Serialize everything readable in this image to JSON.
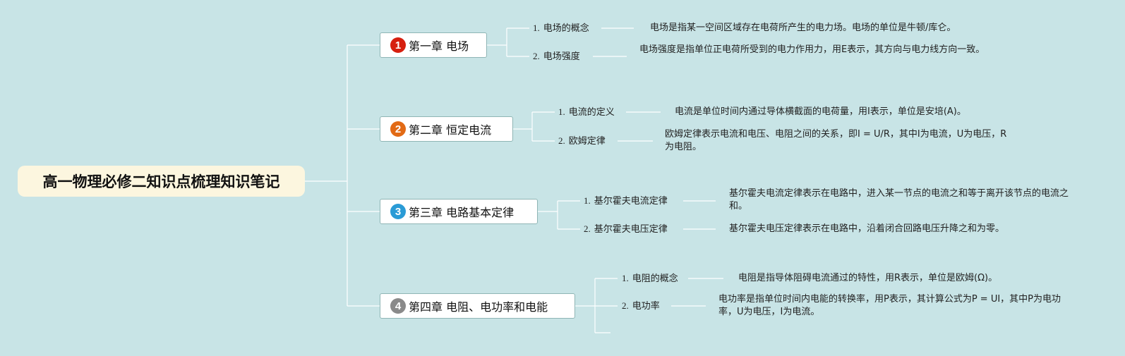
{
  "title": "高一物理必修二知识点梳理知识笔记",
  "colors": {
    "background": "#c8e4e6",
    "root_fill": "#fcf6df",
    "line": "#ffffff",
    "badge_1": "#d61f0f",
    "badge_2": "#e26a15",
    "badge_3": "#2a9bd6",
    "badge_4": "#8a8a8a"
  },
  "chapters": [
    {
      "badge": "1",
      "label": "第一章 电场",
      "items": [
        {
          "num": "1.",
          "name": "电场的概念",
          "desc": "电场是指某一空间区域存在电荷所产生的电力场。电场的单位是牛顿/库仑。"
        },
        {
          "num": "2.",
          "name": "电场强度",
          "desc": "电场强度是指单位正电荷所受到的电力作用力，用E表示，其方向与电力线方向一致。"
        }
      ]
    },
    {
      "badge": "2",
      "label": "第二章 恒定电流",
      "items": [
        {
          "num": "1.",
          "name": "电流的定义",
          "desc": "电流是单位时间内通过导体横截面的电荷量，用I表示，单位是安培(A)。"
        },
        {
          "num": "2.",
          "name": "欧姆定律",
          "desc": "欧姆定律表示电流和电压、电阻之间的关系，即I = U/R，其中I为电流，U为电压，R为电阻。"
        }
      ]
    },
    {
      "badge": "3",
      "label": "第三章 电路基本定律",
      "items": [
        {
          "num": "1.",
          "name": "基尔霍夫电流定律",
          "desc": "基尔霍夫电流定律表示在电路中，进入某一节点的电流之和等于离开该节点的电流之和。"
        },
        {
          "num": "2.",
          "name": "基尔霍夫电压定律",
          "desc": "基尔霍夫电压定律表示在电路中，沿着闭合回路电压升降之和为零。"
        }
      ]
    },
    {
      "badge": "4",
      "label": "第四章 电阻、电功率和电能",
      "items": [
        {
          "num": "1.",
          "name": "电阻的概念",
          "desc": "电阻是指导体阻碍电流通过的特性，用R表示，单位是欧姆(Ω)。"
        },
        {
          "num": "2.",
          "name": "电功率",
          "desc": "电功率是指单位时间内电能的转换率，用P表示，其计算公式为P = UI，其中P为电功率，U为电压，I为电流。"
        }
      ]
    }
  ]
}
